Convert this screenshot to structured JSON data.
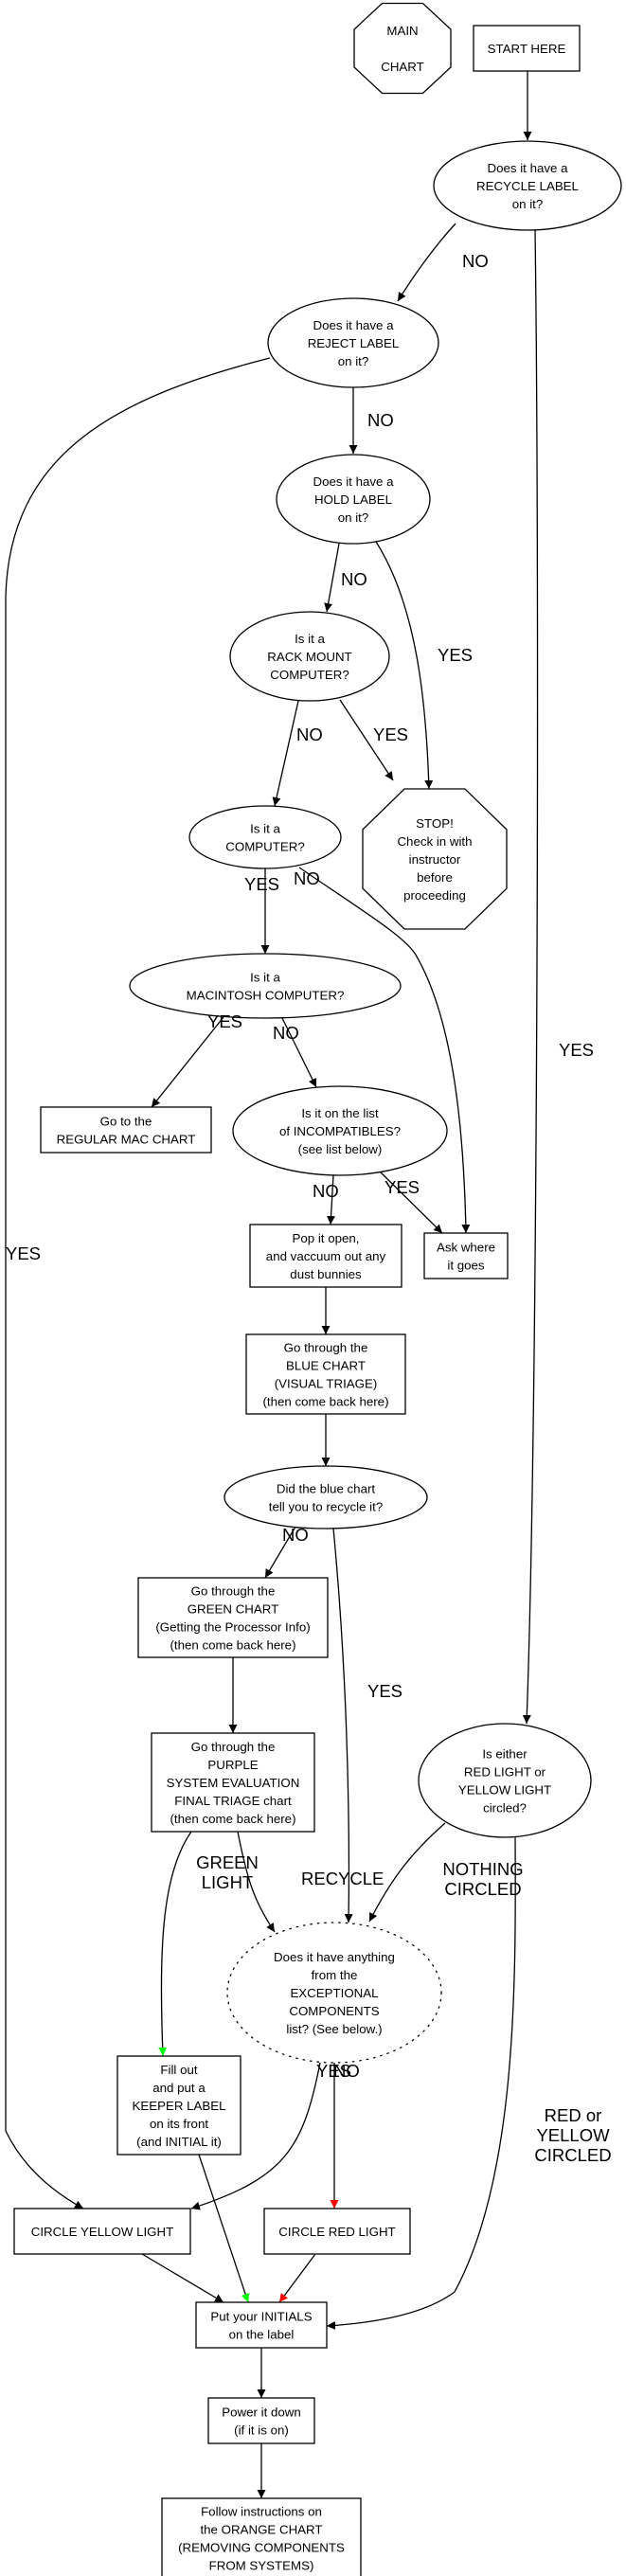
{
  "title": "Main Chart - Computer Recycling Triage Flowchart",
  "colors": {
    "default": "#000000",
    "main_chart": "#ff0000",
    "start": "#ffc0cb",
    "mac_chart": "#ffc0cb",
    "blue_chart": "#0000ff",
    "green_chart": "#00ff00",
    "purple_chart": "#a020f0",
    "orange_chart": "#ffa500",
    "exceptional": "#ff0000",
    "green_edge": "#00ff00",
    "red_edge": "#ff0000"
  },
  "nodes": {
    "main_chart": {
      "lines": [
        "MAIN",
        "",
        "CHART"
      ]
    },
    "start_here": {
      "lines": [
        "START HERE"
      ]
    },
    "recycle_label": {
      "lines": [
        "Does it have a",
        "RECYCLE LABEL",
        "on it?"
      ]
    },
    "reject_label": {
      "lines": [
        "Does it have a",
        "REJECT LABEL",
        "on it?"
      ]
    },
    "hold_label": {
      "lines": [
        "Does it have a",
        "HOLD LABEL",
        "on it?"
      ]
    },
    "rack_mount": {
      "lines": [
        "Is it a",
        "RACK MOUNT",
        "COMPUTER?"
      ]
    },
    "stop": {
      "lines": [
        "STOP!",
        "Check in with",
        "instructor",
        "before",
        "proceeding"
      ]
    },
    "is_computer": {
      "lines": [
        "Is it a",
        "COMPUTER?"
      ]
    },
    "is_mac": {
      "lines": [
        "Is it a",
        "MACINTOSH COMPUTER?"
      ]
    },
    "mac_chart": {
      "lines": [
        "Go to the",
        "REGULAR MAC CHART"
      ]
    },
    "incompatibles": {
      "lines": [
        "Is it on the list",
        "of INCOMPATIBLES?",
        "(see list below)"
      ]
    },
    "pop_open": {
      "lines": [
        "Pop it open,",
        "and vaccuum out any",
        "dust bunnies"
      ]
    },
    "ask_where": {
      "lines": [
        "Ask where",
        "it goes"
      ]
    },
    "blue_chart": {
      "lines": [
        "Go through the",
        "BLUE CHART",
        "(VISUAL TRIAGE)",
        "(then come back here)"
      ]
    },
    "blue_result": {
      "lines": [
        "Did the blue chart",
        "tell you to recycle it?"
      ]
    },
    "green_chart": {
      "lines": [
        "Go through the",
        "GREEN CHART",
        "(Getting the Processor Info)",
        "(then come back here)"
      ]
    },
    "purple_chart": {
      "lines": [
        "Go through the",
        "PURPLE",
        "SYSTEM EVALUATION",
        "FINAL TRIAGE chart",
        "(then come back here)"
      ]
    },
    "light_circled": {
      "lines": [
        "Is either",
        "RED LIGHT or",
        "YELLOW LIGHT",
        "circled?"
      ]
    },
    "exceptional": {
      "lines": [
        "Does it have anything",
        "from the",
        "EXCEPTIONAL",
        "COMPONENTS",
        "list? (See below.)"
      ]
    },
    "keeper_label": {
      "lines": [
        "Fill out",
        "and put a",
        "KEEPER LABEL",
        "on its front",
        "(and INITIAL it)"
      ]
    },
    "circle_yellow": {
      "lines": [
        "CIRCLE YELLOW LIGHT"
      ]
    },
    "circle_red": {
      "lines": [
        "CIRCLE RED LIGHT"
      ]
    },
    "initials": {
      "lines": [
        "Put your INITIALS",
        "on the label"
      ]
    },
    "power_down": {
      "lines": [
        "Power it down",
        "(if it is on)"
      ]
    },
    "orange_chart": {
      "lines": [
        "Follow instructions on",
        "the ORANGE CHART",
        "(REMOVING COMPONENTS",
        "FROM SYSTEMS)"
      ]
    }
  },
  "edges": [
    {
      "from": "start_here",
      "to": "recycle_label",
      "label": []
    },
    {
      "from": "recycle_label",
      "to": "reject_label",
      "label": [
        "NO"
      ]
    },
    {
      "from": "recycle_label",
      "to": "light_circled",
      "label": [
        "YES"
      ]
    },
    {
      "from": "reject_label",
      "to": "hold_label",
      "label": [
        "NO"
      ]
    },
    {
      "from": "reject_label",
      "to": "circle_yellow",
      "label": [
        "YES"
      ]
    },
    {
      "from": "hold_label",
      "to": "rack_mount",
      "label": [
        "NO"
      ]
    },
    {
      "from": "hold_label",
      "to": "stop",
      "label": [
        "YES"
      ]
    },
    {
      "from": "rack_mount",
      "to": "is_computer",
      "label": [
        "NO"
      ]
    },
    {
      "from": "rack_mount",
      "to": "stop",
      "label": [
        "YES"
      ]
    },
    {
      "from": "is_computer",
      "to": "is_mac",
      "label": [
        "YES"
      ]
    },
    {
      "from": "is_computer",
      "to": "ask_where",
      "label": [
        "NO"
      ]
    },
    {
      "from": "is_mac",
      "to": "mac_chart",
      "label": [
        "YES"
      ]
    },
    {
      "from": "is_mac",
      "to": "incompatibles",
      "label": [
        "NO"
      ]
    },
    {
      "from": "incompatibles",
      "to": "pop_open",
      "label": [
        "NO"
      ]
    },
    {
      "from": "incompatibles",
      "to": "ask_where",
      "label": [
        "YES"
      ]
    },
    {
      "from": "pop_open",
      "to": "blue_chart",
      "label": []
    },
    {
      "from": "blue_chart",
      "to": "blue_result",
      "label": []
    },
    {
      "from": "blue_result",
      "to": "green_chart",
      "label": [
        "NO"
      ]
    },
    {
      "from": "blue_result",
      "to": "exceptional",
      "label": [
        "YES"
      ]
    },
    {
      "from": "green_chart",
      "to": "purple_chart",
      "label": []
    },
    {
      "from": "purple_chart",
      "to": "keeper_label",
      "label": [
        "GREEN",
        "LIGHT"
      ]
    },
    {
      "from": "purple_chart",
      "to": "exceptional",
      "label": [
        "RECYCLE"
      ]
    },
    {
      "from": "light_circled",
      "to": "exceptional",
      "label": [
        "NOTHING",
        "CIRCLED"
      ]
    },
    {
      "from": "light_circled",
      "to": "initials",
      "label": [
        "RED or",
        "YELLOW",
        "CIRCLED"
      ]
    },
    {
      "from": "exceptional",
      "to": "circle_yellow",
      "label": [
        "YES"
      ]
    },
    {
      "from": "exceptional",
      "to": "circle_red",
      "label": [
        "NO"
      ]
    },
    {
      "from": "keeper_label",
      "to": "initials",
      "label": []
    },
    {
      "from": "circle_yellow",
      "to": "initials",
      "label": []
    },
    {
      "from": "circle_red",
      "to": "initials",
      "label": []
    },
    {
      "from": "initials",
      "to": "power_down",
      "label": []
    },
    {
      "from": "power_down",
      "to": "orange_chart",
      "label": []
    }
  ]
}
